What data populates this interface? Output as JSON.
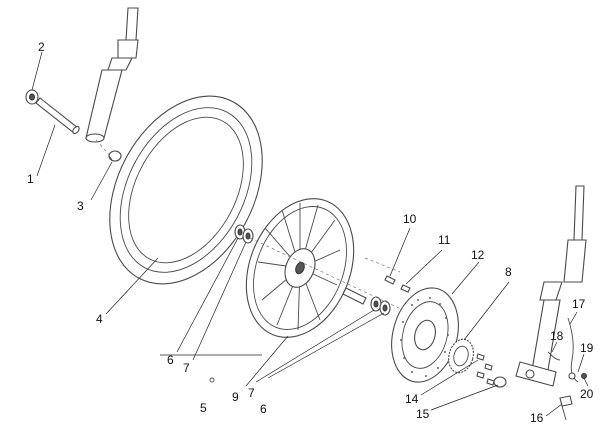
{
  "callouts": {
    "c1": "1",
    "c2": "2",
    "c3": "3",
    "c4": "4",
    "c5": "5",
    "c6a": "6",
    "c7a": "7",
    "c6b": "6",
    "c7b": "7",
    "c8": "8",
    "c9": "9",
    "c10": "10",
    "c11": "11",
    "c12": "12",
    "c14": "14",
    "c15": "15",
    "c16": "16",
    "c17": "17",
    "c18": "18",
    "c19": "19",
    "c20": "20"
  },
  "colors": {
    "line": "#4a4a4a",
    "background": "#ffffff"
  }
}
